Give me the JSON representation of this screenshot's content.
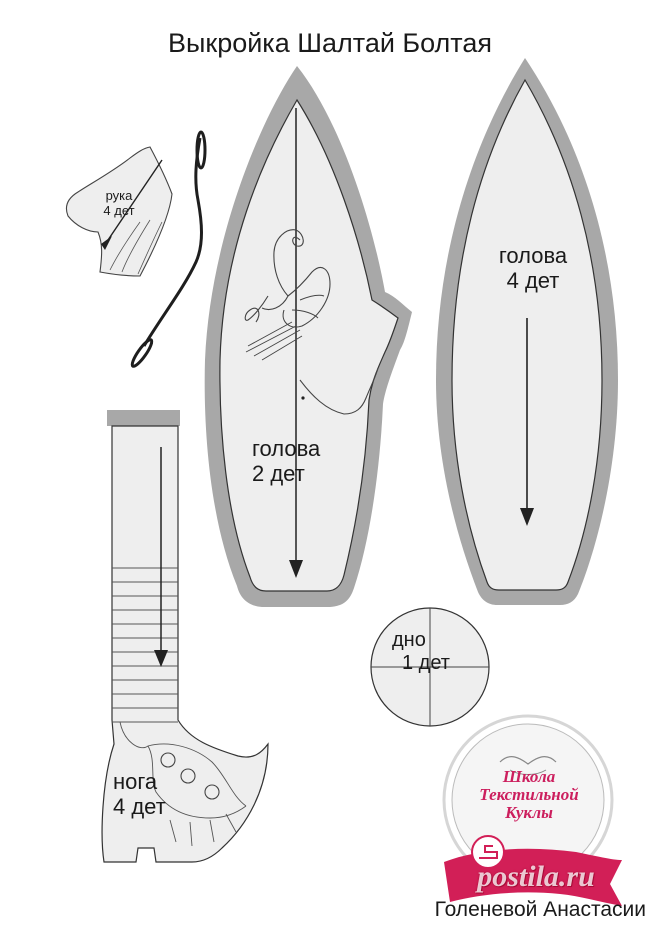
{
  "title": "Выкройка Шалтай Болтая",
  "pieces": {
    "arm": {
      "line1": "рука",
      "line2": "4 дет"
    },
    "head_side": {
      "line1": "голова",
      "line2": "2 дет"
    },
    "head_front": {
      "line1": "голова",
      "line2": "4 дет"
    },
    "bottom": {
      "line1": "дно",
      "line2": "1 дет"
    },
    "leg": {
      "line1": "нога",
      "line2": "4 дет"
    }
  },
  "logo": {
    "line1": "Школа",
    "line2": "Текстильной",
    "line3": "Куклы"
  },
  "watermark": "postila.ru",
  "author": "Голеневой Анастасии",
  "colors": {
    "seam_allowance": "#a8a8a8",
    "piece_fill": "#eeeeee",
    "outline": "#333333",
    "logo_accent": "#cc1f5e"
  }
}
